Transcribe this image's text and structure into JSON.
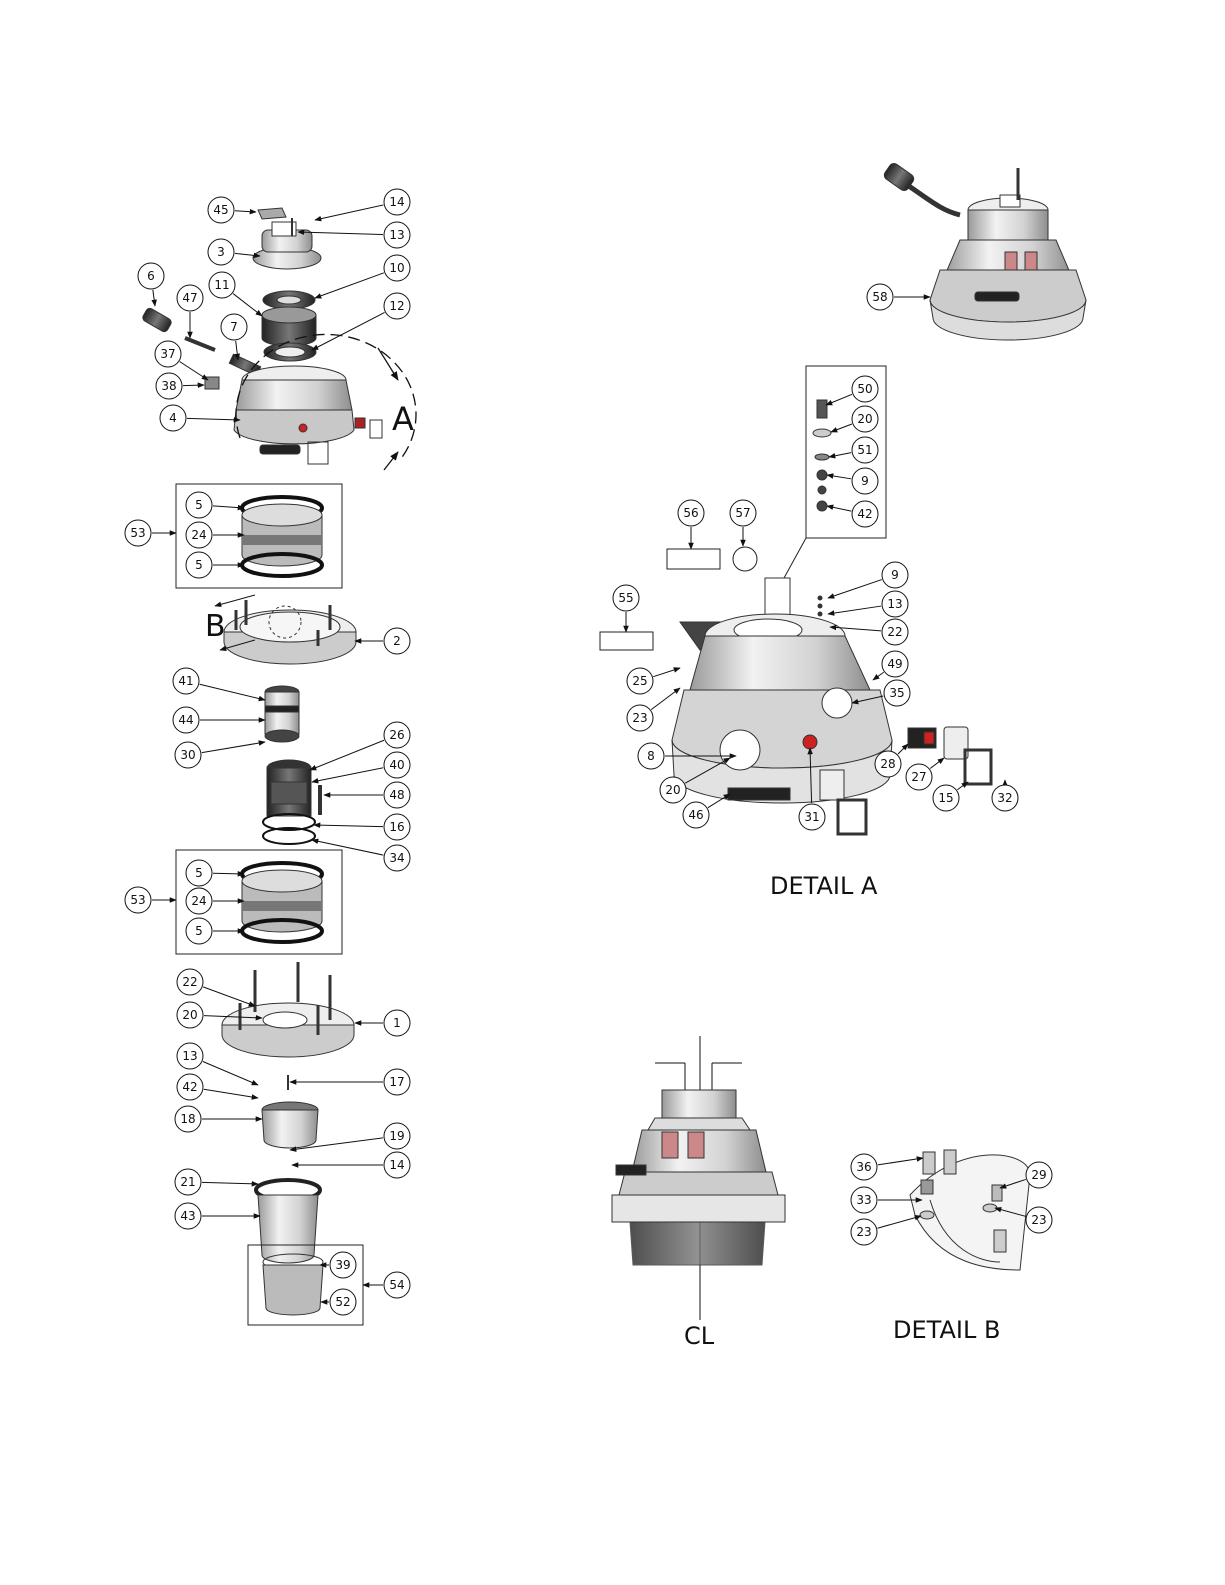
{
  "detail_a_title": "DETAIL  A",
  "detail_b_title": "DETAIL  B",
  "cl_title": "CL",
  "letter_a": "A",
  "letter_b": "B",
  "callouts": [
    {
      "label": "45"
    },
    {
      "label": "14"
    },
    {
      "label": "13"
    },
    {
      "label": "3"
    },
    {
      "label": "10"
    },
    {
      "label": "11"
    },
    {
      "label": "6"
    },
    {
      "label": "47"
    },
    {
      "label": "12"
    },
    {
      "label": "7"
    },
    {
      "label": "37"
    },
    {
      "label": "38"
    },
    {
      "label": "4"
    },
    {
      "label": "5"
    },
    {
      "label": "24"
    },
    {
      "label": "5"
    },
    {
      "label": "53"
    },
    {
      "label": "2"
    },
    {
      "label": "41"
    },
    {
      "label": "44"
    },
    {
      "label": "30"
    },
    {
      "label": "26"
    },
    {
      "label": "40"
    },
    {
      "label": "48"
    },
    {
      "label": "16"
    },
    {
      "label": "34"
    },
    {
      "label": "5"
    },
    {
      "label": "24"
    },
    {
      "label": "5"
    },
    {
      "label": "53"
    },
    {
      "label": "22"
    },
    {
      "label": "20"
    },
    {
      "label": "1"
    },
    {
      "label": "13"
    },
    {
      "label": "42"
    },
    {
      "label": "17"
    },
    {
      "label": "18"
    },
    {
      "label": "19"
    },
    {
      "label": "14"
    },
    {
      "label": "21"
    },
    {
      "label": "43"
    },
    {
      "label": "39"
    },
    {
      "label": "52"
    },
    {
      "label": "54"
    },
    {
      "label": "58"
    },
    {
      "label": "50"
    },
    {
      "label": "20"
    },
    {
      "label": "51"
    },
    {
      "label": "9"
    },
    {
      "label": "42"
    },
    {
      "label": "56"
    },
    {
      "label": "57"
    },
    {
      "label": "55"
    },
    {
      "label": "9"
    },
    {
      "label": "13"
    },
    {
      "label": "22"
    },
    {
      "label": "49"
    },
    {
      "label": "35"
    },
    {
      "label": "25"
    },
    {
      "label": "23"
    },
    {
      "label": "8"
    },
    {
      "label": "20"
    },
    {
      "label": "46"
    },
    {
      "label": "31"
    },
    {
      "label": "28"
    },
    {
      "label": "27"
    },
    {
      "label": "15"
    },
    {
      "label": "32"
    },
    {
      "label": "36"
    },
    {
      "label": "29"
    },
    {
      "label": "33"
    },
    {
      "label": "23"
    },
    {
      "label": "23"
    }
  ]
}
